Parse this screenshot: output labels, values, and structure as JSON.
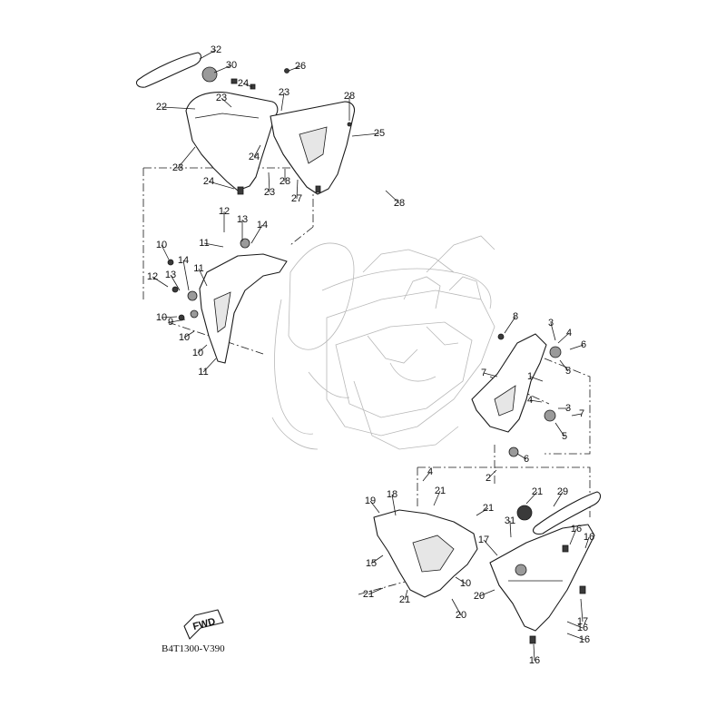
{
  "diagram_code": "B4T1300-V390",
  "fwd_label": "FWD",
  "callouts": [
    "32",
    "30",
    "23",
    "24",
    "26",
    "23",
    "22",
    "28",
    "25",
    "23",
    "24",
    "24",
    "23",
    "28",
    "27",
    "28",
    "12",
    "13",
    "14",
    "10",
    "11",
    "10",
    "14",
    "11",
    "12",
    "13",
    "10",
    "9",
    "10",
    "11",
    "8",
    "3",
    "4",
    "6",
    "5",
    "7",
    "1",
    "4",
    "3",
    "7",
    "5",
    "6",
    "2",
    "4",
    "19",
    "21",
    "18",
    "21",
    "21",
    "29",
    "31",
    "16",
    "16",
    "17",
    "15",
    "21",
    "21",
    "10",
    "20",
    "20",
    "16",
    "16",
    "17",
    "16",
    "17"
  ],
  "colors": {
    "line": "#1a1a1a",
    "ghost": "#b8b8b8",
    "background": "#ffffff"
  }
}
